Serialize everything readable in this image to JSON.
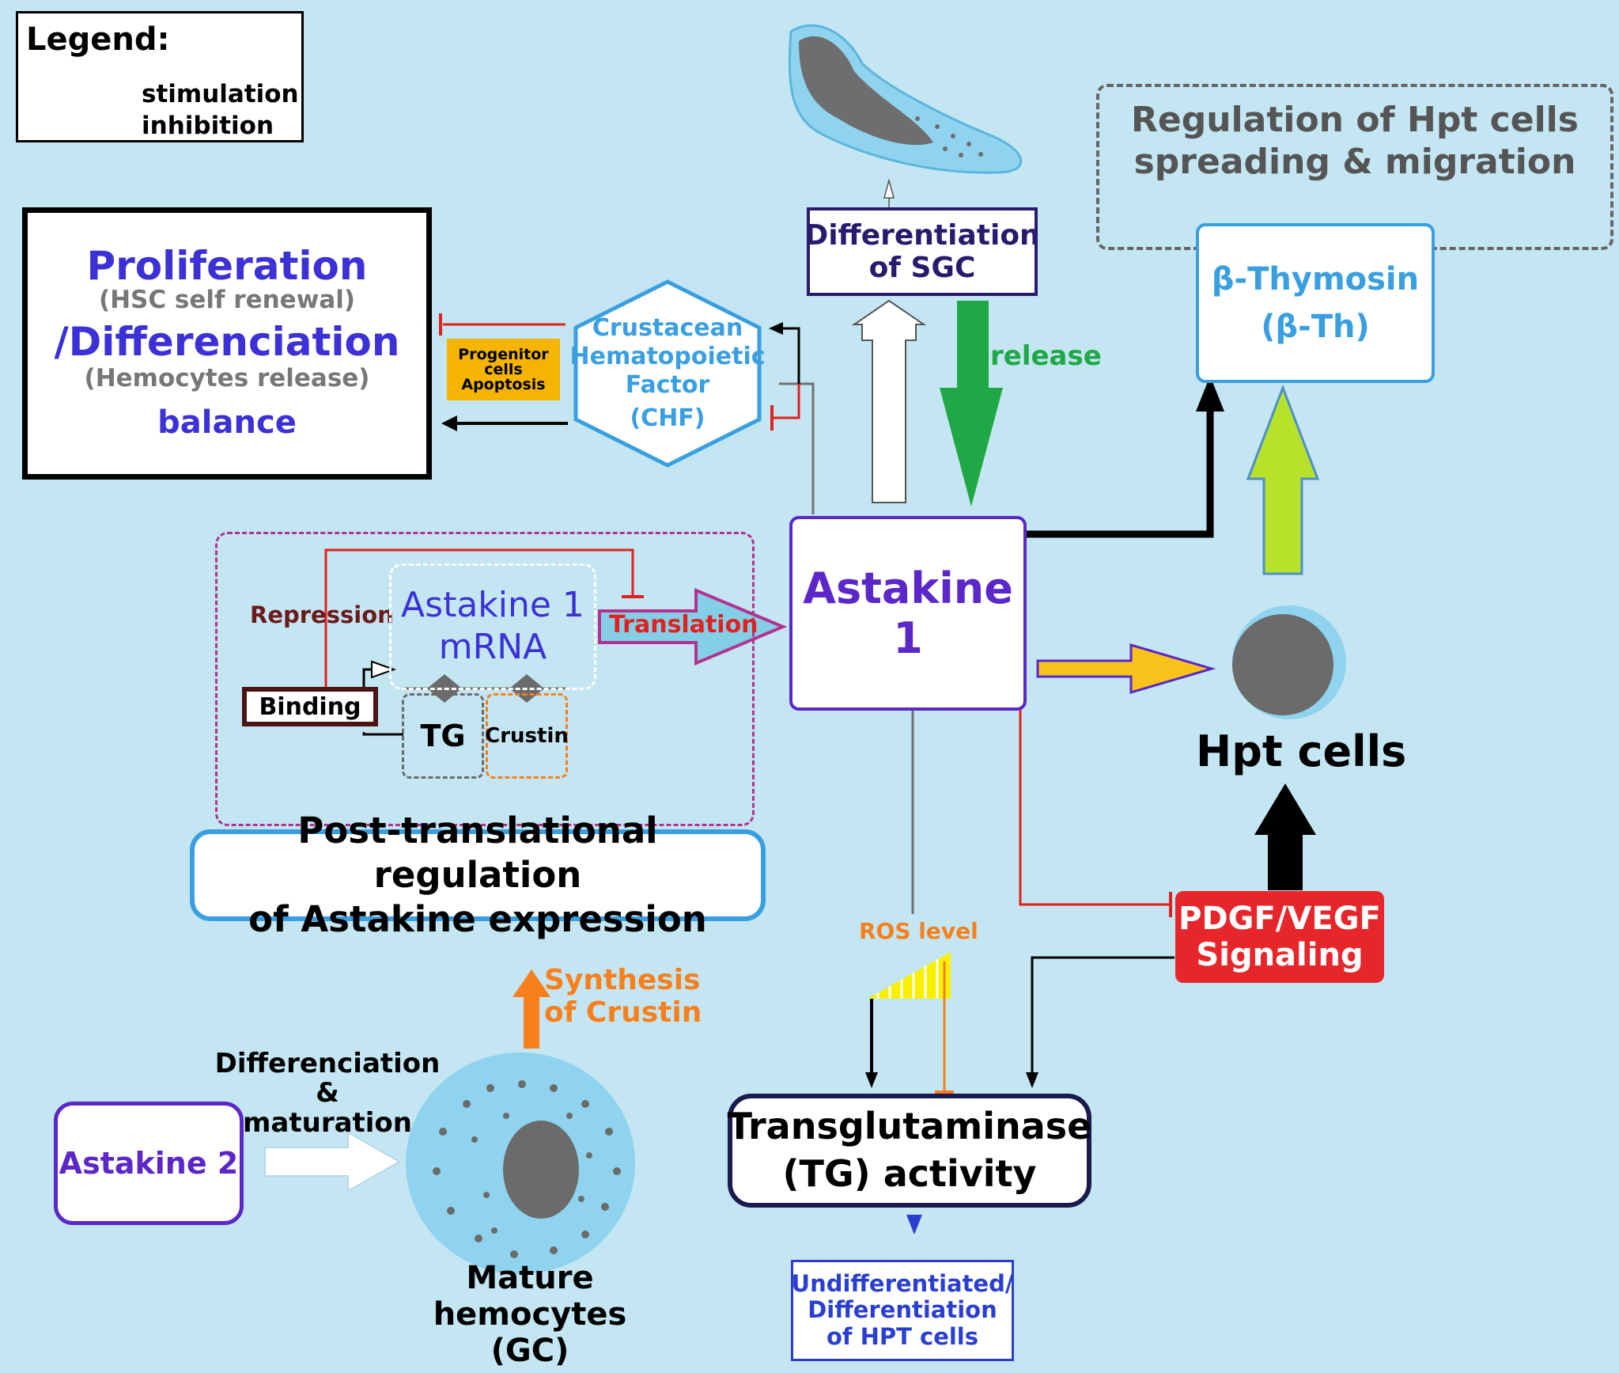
{
  "legend": {
    "title": "Legend:",
    "stimulation": "stimulation",
    "inhibition": "inhibition"
  },
  "proliferation_box": {
    "title": "Proliferation",
    "title_sub": "(HSC self renewal)",
    "title2": "/Differenciation",
    "title2_sub": "(Hemocytes release)",
    "balance": "balance"
  },
  "progenitor": {
    "line1": "Progenitor",
    "line2": "cells",
    "line3": "Apoptosis"
  },
  "chf": {
    "line1": "Crustacean",
    "line2": "Hematopoietic",
    "line3": "Factor",
    "line4": "(CHF)"
  },
  "sgc": {
    "line1": "Differentiation",
    "line2": "of SGC"
  },
  "release_label": "release",
  "regulation": {
    "line1": "Regulation of Hpt cells",
    "line2": "spreading & migration"
  },
  "thymosin": {
    "line1": "β-Thymosin",
    "line2": "(β-Th)"
  },
  "astakine1": "Astakine 1",
  "translation": "Translation",
  "repression": "Repression",
  "mrna": {
    "line1": "Astakine 1",
    "line2": "mRNA"
  },
  "binding": "Binding",
  "tg": "TG",
  "crustin": "Crustin",
  "post_translational": {
    "line1": "Post-translational regulation",
    "line2": "of Astakine expression"
  },
  "hpt_cells": "Hpt cells",
  "pdgf": {
    "line1": "PDGF/VEGF",
    "line2": "Signaling"
  },
  "ros_level": "ROS level",
  "synthesis": {
    "line1": "Synthesis",
    "line2": "of Crustin"
  },
  "differenciation_maturation": {
    "line1": "Differenciation",
    "line2": "&",
    "line3": "maturation"
  },
  "astakine2": "Astakine 2",
  "mature_hemocytes": {
    "line1": "Mature hemocytes",
    "line2": "(GC)"
  },
  "transglutaminase": {
    "line1": "Transglutaminase",
    "line2": "(TG) activity"
  },
  "undifferentiated": {
    "line1": "Undifferentiated/",
    "line2": "Differentiation",
    "line3": "of HPT cells"
  },
  "colors": {
    "background": "#c3e6f2",
    "stimulation": "#000000",
    "inhibition": "#e0211f",
    "release_arrow": "#1fa845",
    "astakine_text": "#5b27c9",
    "pdgf_box": "#e6262a",
    "progenitor_box": "#f4b400",
    "thymosin_arrow": "#b7e22b",
    "yellow_arrow": "#f7c21a",
    "chf_border": "#3a9fe0",
    "orange": "#f7801d"
  }
}
